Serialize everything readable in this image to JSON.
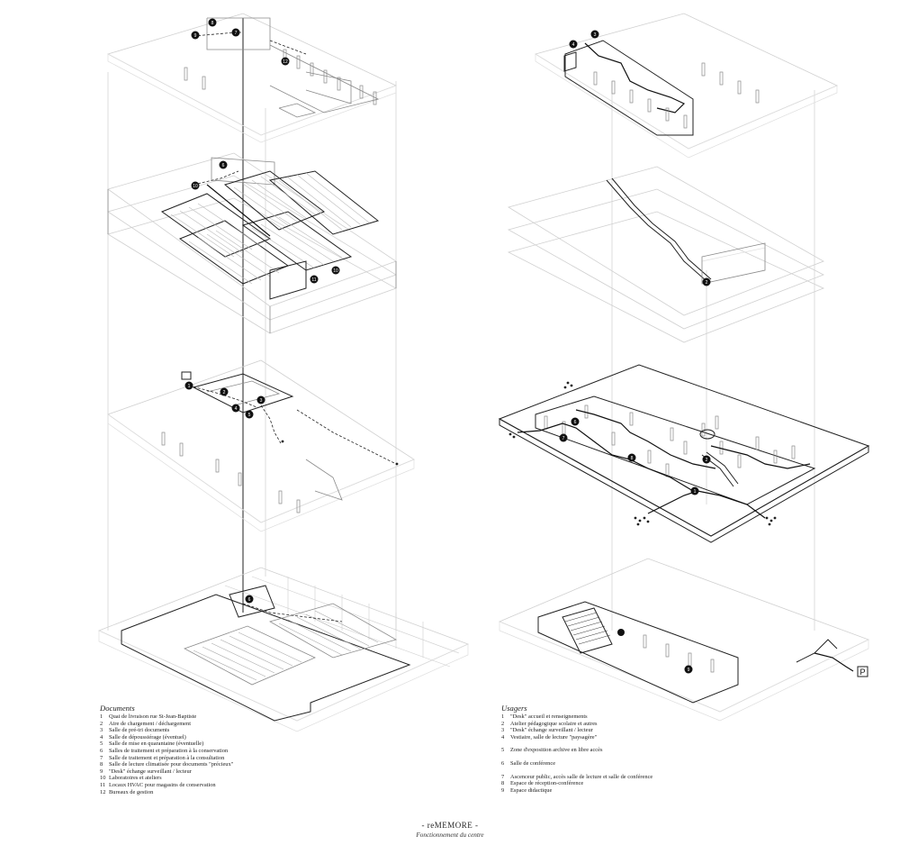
{
  "title": "- reMEMORE -",
  "subtitle": "Fonctionnement du centre",
  "documents": {
    "heading": "Documents",
    "items": [
      {
        "n": "1",
        "label": "Quai de livraison rue St-Jean-Baptiste"
      },
      {
        "n": "2",
        "label": "Aire de chargement / déchargement"
      },
      {
        "n": "3",
        "label": "Salle de pré-tri documents"
      },
      {
        "n": "4",
        "label": "Salle de dépoussiérage (éventuel)"
      },
      {
        "n": "5",
        "label": "Salle de mise en quarantaine (éventuelle)"
      },
      {
        "n": "6",
        "label": "Salles de traitement et préparation à la conservation"
      },
      {
        "n": "7",
        "label": "Salle de traitement et préparation à la consultation"
      },
      {
        "n": "8",
        "label": "Salle de lecture climatisée pour documents \"précieux\""
      },
      {
        "n": "9",
        "label": "\"Desk\" échange surveillant / lecteur"
      },
      {
        "n": "10",
        "label": "Laboratoires et ateliers"
      },
      {
        "n": "11",
        "label": "Locaux HVAC pour magasins de conservation"
      },
      {
        "n": "12",
        "label": "Bureaux de gestion"
      }
    ]
  },
  "usagers": {
    "heading": "Usagers",
    "group_a": [
      {
        "n": "1",
        "label": "\"Desk\" accueil et renseignements"
      },
      {
        "n": "2",
        "label": "Atelier pédagogique scolaire et autres"
      },
      {
        "n": "3",
        "label": "\"Desk\" échange surveillant / lecteur"
      },
      {
        "n": "4",
        "label": "Vestiaire, salle de lecture \"paysagère\""
      }
    ],
    "group_b": [
      {
        "n": "5",
        "label": "Zone d'exposition archive en libre accès"
      }
    ],
    "group_c": [
      {
        "n": "6",
        "label": "Salle de conférence"
      }
    ],
    "group_d": [
      {
        "n": "7",
        "label": "Ascenceur public, accès salle de lecture et salle de conférence"
      },
      {
        "n": "8",
        "label": "Espace de réception-conférence"
      },
      {
        "n": "9",
        "label": "Espace didactique"
      }
    ]
  },
  "markers": {
    "left": [
      "8",
      "9",
      "7",
      "12",
      "6",
      "10",
      "11",
      "10",
      "1",
      "2",
      "3",
      "4",
      "5",
      "6"
    ],
    "right": [
      "4",
      "3",
      "2",
      "6",
      "7",
      "8",
      "2",
      "1",
      "9"
    ]
  },
  "parking_label": "P"
}
